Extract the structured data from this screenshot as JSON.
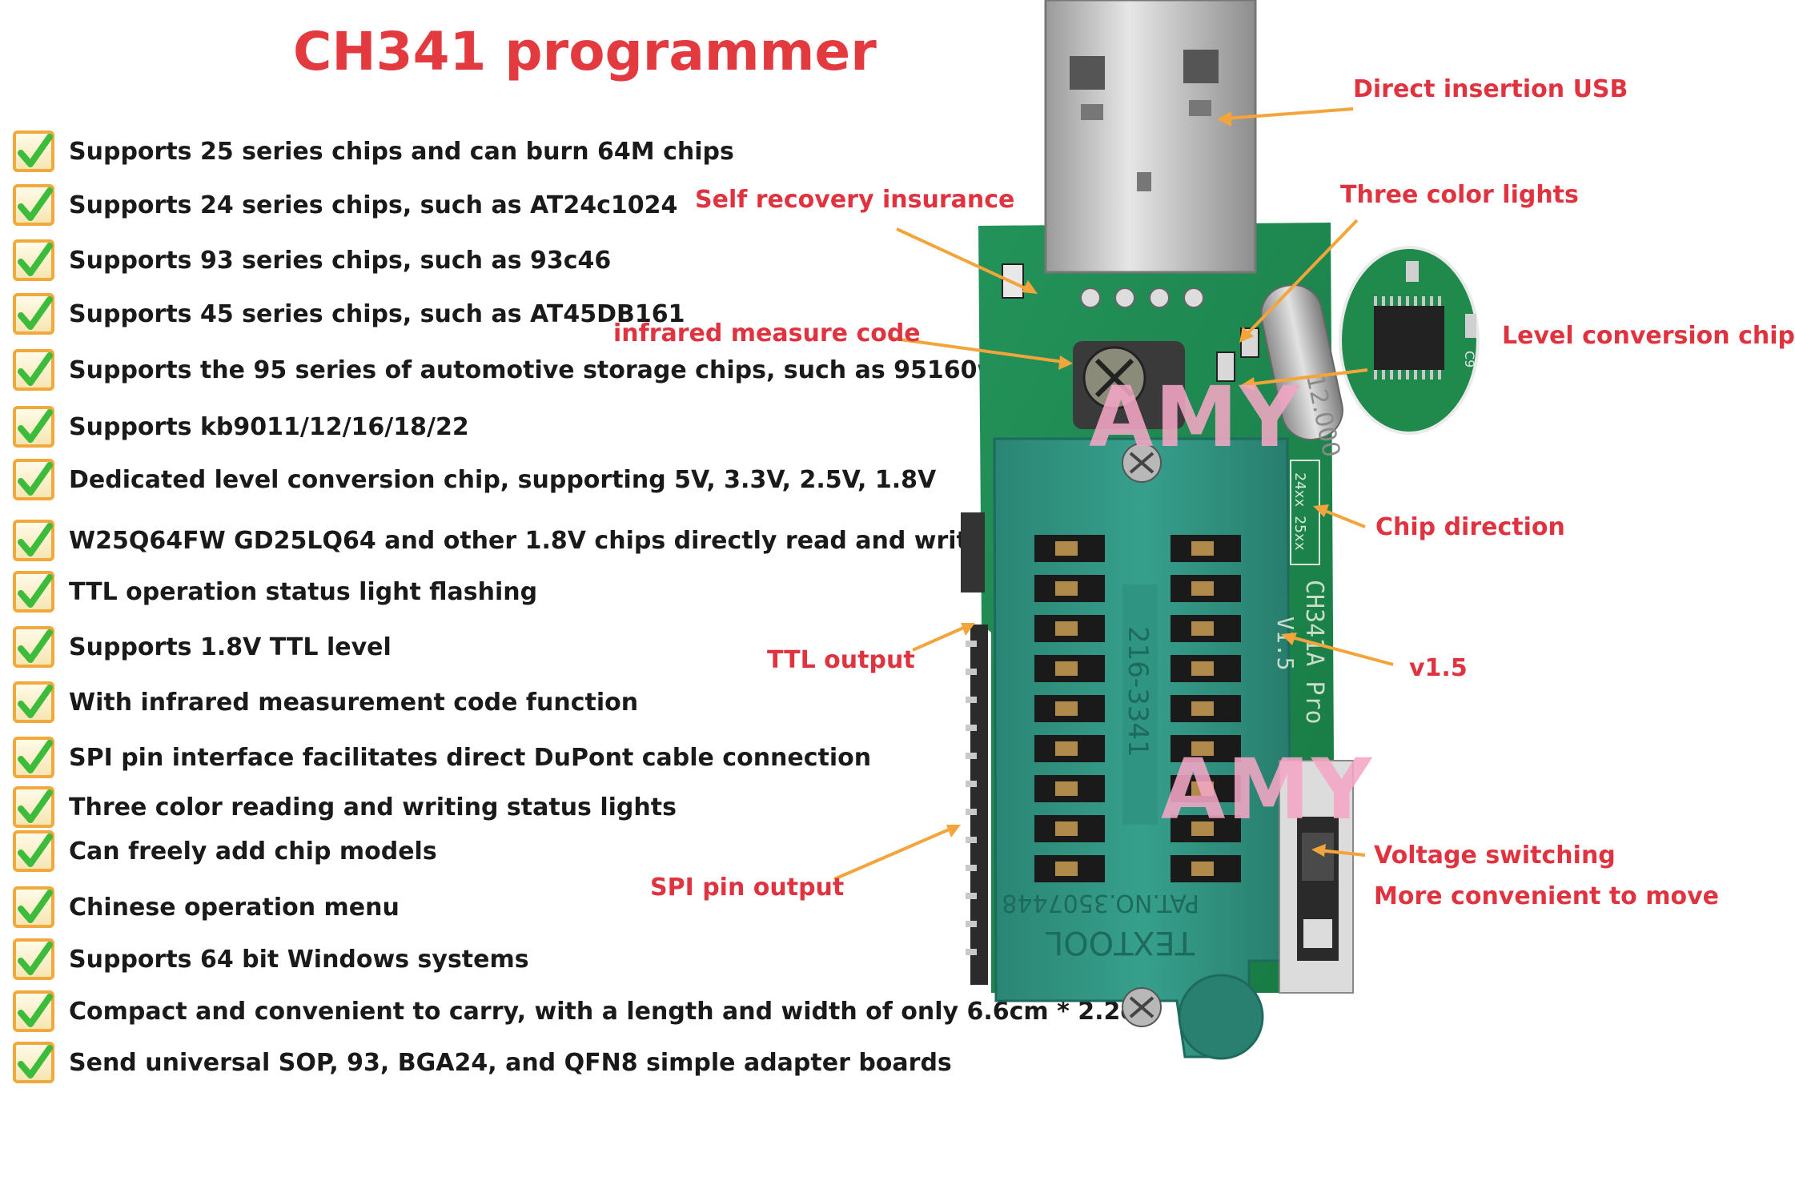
{
  "title": "CH341 programmer",
  "features": [
    "Supports 25 series chips and can burn 64M chips",
    "Supports 24 series chips, such as AT24c1024",
    "Supports 93 series chips, such as 93c46",
    "Supports 45 series chips, such as AT45DB161",
    "Supports the 95 series of automotive storage chips, such as 95160w",
    "Supports kb9011/12/16/18/22",
    "Dedicated level conversion chip, supporting 5V, 3.3V, 2.5V, 1.8V",
    "W25Q64FW GD25LQ64 and other 1.8V chips directly read and write",
    "TTL operation status light flashing",
    "Supports 1.8V TTL level",
    "With infrared measurement code function",
    "SPI pin interface facilitates direct DuPont cable connection",
    "Three color reading and writing status lights",
    "Can freely add chip models",
    "Chinese operation menu",
    "Supports 64 bit Windows systems",
    "Compact and convenient to carry, with a length and width of only 6.6cm * 2.2cm",
    "Send universal SOP, 93, BGA24, and QFN8 simple adapter boards"
  ],
  "callouts": {
    "direct_usb": "Direct insertion USB",
    "self_recovery": "Self recovery insurance",
    "three_color": "Three color lights",
    "infrared": "infrared measure code",
    "level_chip": "Level conversion chip",
    "chip_direction": "Chip direction",
    "ttl_output": "TTL output",
    "version": "v1.5",
    "spi_output": "SPI pin output",
    "voltage_switching": "Voltage switching",
    "more_convenient": "More convenient to move"
  },
  "board": {
    "socket_label": "216-3341",
    "patent_label": "PAT.NO.3507448",
    "brand_label": "TEXTOOL",
    "crystal_label": "12.000",
    "silkscreen": "CH341A Pro",
    "silkscreen_version": "V1.5",
    "chip_dir_label": "24xx 25xx",
    "level_chip_label": "C9"
  },
  "watermarks": [
    "AMY",
    "AMY"
  ],
  "colors": {
    "title": "#e23a3f",
    "callout": "#e03340",
    "pcb": "#1f8a4c",
    "socket": "#2f8f7c",
    "arrow": "#f3a43a",
    "watermark": "#f4a7c5"
  }
}
